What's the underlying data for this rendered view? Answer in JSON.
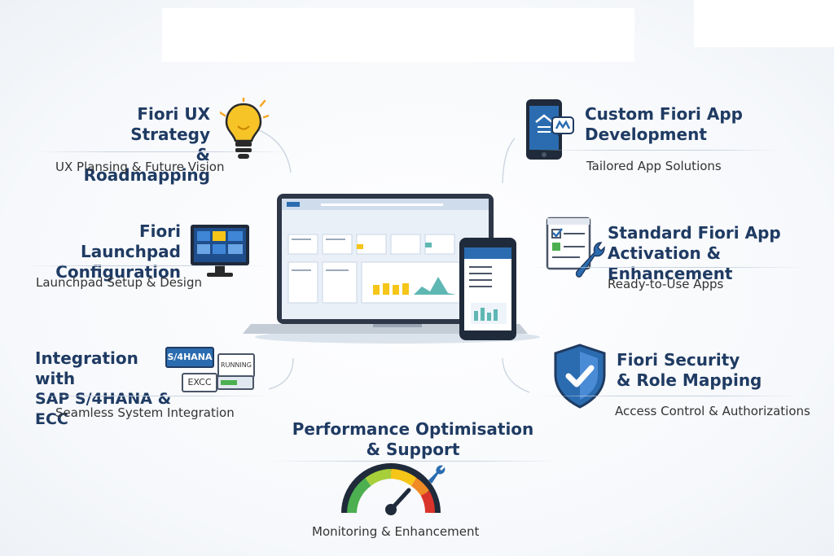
{
  "services": [
    {
      "title_line1": "Fiori UX Strategy",
      "title_line2": "& Roadmapping",
      "subtitle": "UX Plansing & Future Vision",
      "icon": "lightbulb-icon"
    },
    {
      "title_line1": "Custom Fiori App",
      "title_line2": "Development",
      "subtitle": "Tailored App Solutions",
      "icon": "mobile-app-icon"
    },
    {
      "title_line1": "Fiori Launchpad",
      "title_line2": "Configuration",
      "subtitle": "Launchpad Setup & Design",
      "icon": "monitor-icon"
    },
    {
      "title_line1": "Standard Fiori App",
      "title_line2": "Activation & Enhancement",
      "subtitle": "Ready-to-Use Apps",
      "icon": "checklist-wrench-icon"
    },
    {
      "title_line1": "Integration with",
      "title_line2": "SAP S/4HANA & ECC",
      "subtitle": "Seamless System Integration",
      "icon": "integration-icon"
    },
    {
      "title_line1": "Fiori Security",
      "title_line2": "& Role Mapping",
      "subtitle": "Access Control & Authorizations",
      "icon": "shield-check-icon"
    },
    {
      "title_line1": "Performance Optimisation",
      "title_line2": "& Support",
      "subtitle": "Monitoring & Enhancement",
      "icon": "gauge-icon"
    }
  ],
  "integration_icon_labels": {
    "s4hana": "S/4HANA",
    "excc": "EXCC",
    "badge": "RUNNING"
  },
  "colors": {
    "primary": "#1f3b63",
    "accent": "#2b6cb0",
    "gauge_green": "#4caf50",
    "gauge_red": "#d9342b",
    "yellow": "#f5c518"
  }
}
